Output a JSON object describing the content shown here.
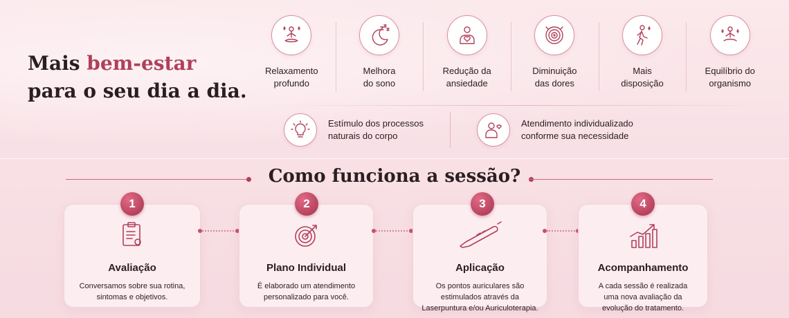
{
  "headline": {
    "prefix": "Mais ",
    "accent": "bem-estar",
    "line2": "para o seu dia a dia."
  },
  "benefits": [
    {
      "icon": "meditation-icon",
      "label": "Relaxamento\nprofundo"
    },
    {
      "icon": "moon-sleep-icon",
      "label": "Melhora\ndo sono"
    },
    {
      "icon": "heart-person-icon",
      "label": "Redução da\nansiedade"
    },
    {
      "icon": "target-spiral-icon",
      "label": "Diminuição\ndas dores"
    },
    {
      "icon": "walking-person-icon",
      "label": "Mais\ndisposição"
    },
    {
      "icon": "balance-meditation-icon",
      "label": "Equilíbrio do\norganismo"
    }
  ],
  "extras": [
    {
      "icon": "lightbulb-icon",
      "label": "Estímulo dos processos\nnaturais do corpo"
    },
    {
      "icon": "person-heart-icon",
      "label": "Atendimento individualizado\nconforme sua necessidade"
    }
  ],
  "section_title": "Como funciona a sessão?",
  "steps": [
    {
      "number": "1",
      "icon": "clipboard-icon",
      "title": "Avaliação",
      "description": "Conversamos sobre sua rotina,\nsintomas e objetivos."
    },
    {
      "number": "2",
      "icon": "target-arrow-icon",
      "title": "Plano Individual",
      "description": "É elaborado um atendimento\npersonalizado para você."
    },
    {
      "number": "3",
      "icon": "laser-pen-icon",
      "title": "Aplicação",
      "description": "Os pontos auriculares são\nestimulados através da\nLaserpuntura e/ou Auriculoterapia."
    },
    {
      "number": "4",
      "icon": "growth-chart-icon",
      "title": "Acompanhamento",
      "description": "A cada sessão é realizada\numa nova avaliação da\nevolução do tratamento."
    }
  ],
  "colors": {
    "accent": "#b0405a",
    "background": "#f8e1e6",
    "icon_stroke": "#b0405a"
  }
}
